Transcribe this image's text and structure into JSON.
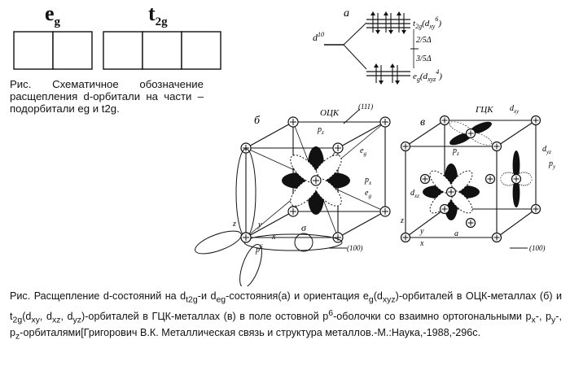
{
  "header": {
    "eg_main": "e",
    "eg_sub": "g",
    "t2g_main": "t",
    "t2g_sub": "2g"
  },
  "caption_top": {
    "text": "Рис. Схематичное обозначение расщепления d-орбитали на части – подорбитали eg и t2g."
  },
  "caption_bottom": {
    "p1": "Рис.    Расщепление d-состояний на d",
    "s1": "t2g",
    "p2": "-и d",
    "s2": "eg",
    "p3": "-состояния(а) и ориентация e",
    "s3": "g",
    "p4": "(d",
    "s4": "xyz",
    "p5": ")-орбиталей в ОЦК-металлах (б) и t",
    "s5": "2g",
    "p6": "(d",
    "s6": "xy",
    "p7": ", d",
    "s7": "xz",
    "p8": ", d",
    "s8": "yz",
    "p9": ")-орбиталей в ГЦК-металлах (в) в поле остовной p",
    "s9": "6",
    "p10": "-оболочки со взаимно ортогональными p",
    "s10": "x",
    "p11": "-, p",
    "s11": "y",
    "p12": "-, p",
    "s12": "z",
    "p13": "-орбиталями[Григорович В.К. Металлическая связь и структура металлов.-М.:Наука,-1988,-296с."
  },
  "diagram_a": {
    "label": "а",
    "d10": "d",
    "d10_sup": "10",
    "t2g_label": "t",
    "t2g_sub": "2g",
    "t2g_paren": "(d",
    "t2g_xy": "xy",
    "t2g_sup": "6",
    "eg_label": "e",
    "eg_sub": "g",
    "eg_paren": "(d",
    "eg_xyz": "xyz",
    "eg_sup": "4",
    "upper_split": "2/5Δ",
    "lower_split": "3/5Δ"
  },
  "diagram_b": {
    "label": "б",
    "title": "ОЦК",
    "dir111": "(111)",
    "dir100": "(100)",
    "pz": "p",
    "pz_sub": "z",
    "px": "p",
    "px_sub": "x",
    "eg1": "e",
    "eg_sub": "g",
    "z": "z",
    "y": "y",
    "x": "x",
    "sigma": "σ",
    "p6": "p",
    "p6_sup": "6"
  },
  "diagram_v": {
    "label": "в",
    "title": "ГЦК",
    "dir100": "(100)",
    "dxy": "d",
    "dxy_sub": "xy",
    "dyz": "d",
    "dyz_sub": "yz",
    "dxz": "d",
    "dxz_sub": "xz",
    "pz": "p",
    "pz_sub": "z",
    "py": "p",
    "py_sub": "y",
    "z": "z",
    "y": "y",
    "x": "x",
    "a": "a"
  }
}
